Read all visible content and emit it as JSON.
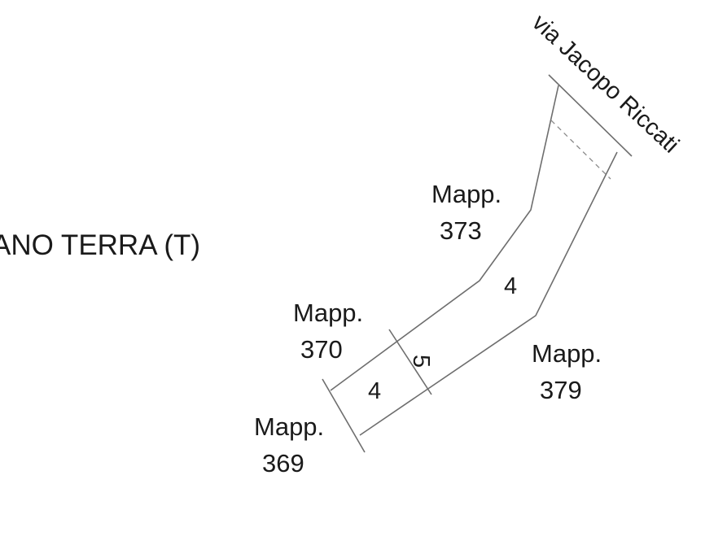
{
  "plan": {
    "floor_label": "ANO TERRA (T)",
    "street_label": "via Jacopo Riccati",
    "parcels": [
      {
        "id": "373",
        "line1": "Mapp.",
        "line2": "373"
      },
      {
        "id": "370",
        "line1": "Mapp.",
        "line2": "370"
      },
      {
        "id": "379",
        "line1": "Mapp.",
        "line2": "379"
      },
      {
        "id": "369",
        "line1": "Mapp.",
        "line2": "369"
      }
    ],
    "dimensions": {
      "upper_width": "4",
      "lower_width": "4",
      "segment_length": "5"
    }
  }
}
